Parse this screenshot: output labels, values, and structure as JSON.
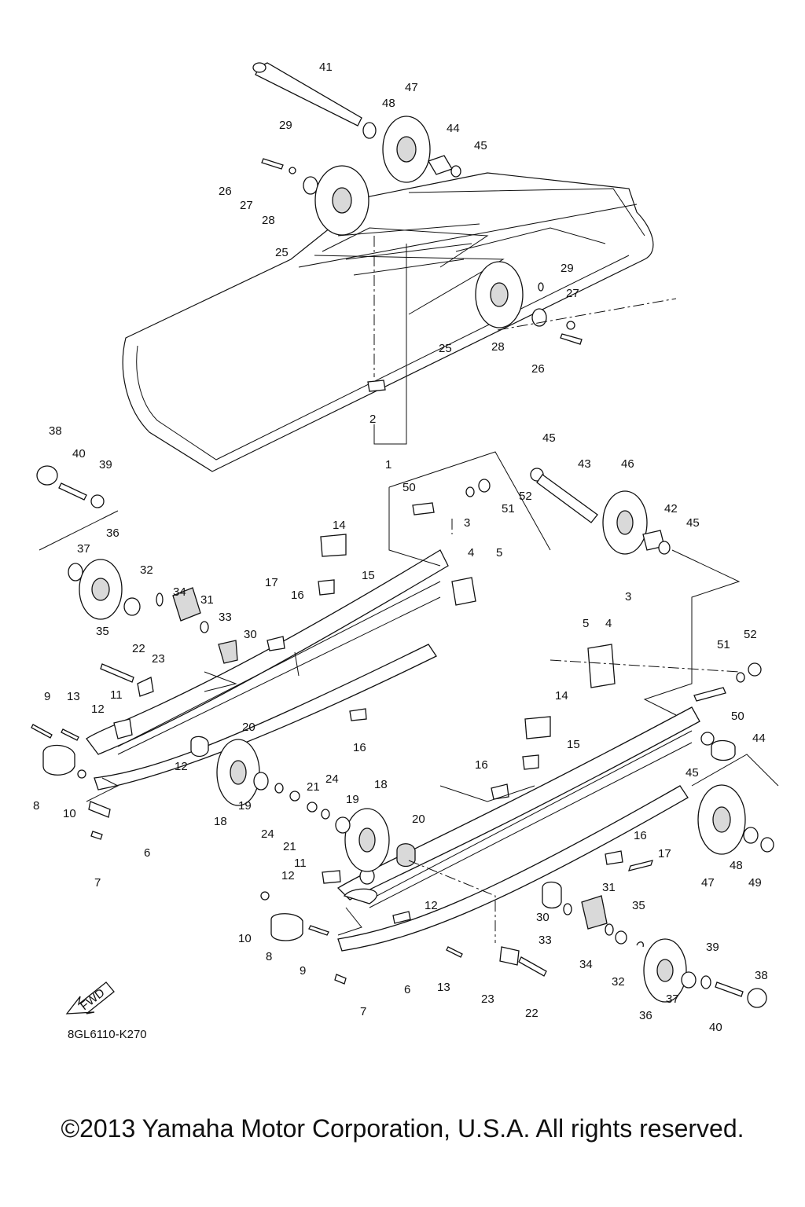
{
  "diagram_code": "8GL6110-K270",
  "copyright": "©2013 Yamaha Motor Corporation, U.S.A. All rights reserved.",
  "fwd_label": "FWD",
  "callouts": [
    {
      "id": "c41",
      "text": "41"
    },
    {
      "id": "c47a",
      "text": "47"
    },
    {
      "id": "c48a",
      "text": "48"
    },
    {
      "id": "c29a",
      "text": "29"
    },
    {
      "id": "c44a",
      "text": "44"
    },
    {
      "id": "c45a",
      "text": "45"
    },
    {
      "id": "c26a",
      "text": "26"
    },
    {
      "id": "c27a",
      "text": "27"
    },
    {
      "id": "c28a",
      "text": "28"
    },
    {
      "id": "c25a",
      "text": "25"
    },
    {
      "id": "c29b",
      "text": "29"
    },
    {
      "id": "c27b",
      "text": "27"
    },
    {
      "id": "c25b",
      "text": "25"
    },
    {
      "id": "c28b",
      "text": "28"
    },
    {
      "id": "c26b",
      "text": "26"
    },
    {
      "id": "c2",
      "text": "2"
    },
    {
      "id": "c1",
      "text": "1"
    },
    {
      "id": "c38a",
      "text": "38"
    },
    {
      "id": "c40a",
      "text": "40"
    },
    {
      "id": "c39a",
      "text": "39"
    },
    {
      "id": "c45b",
      "text": "45"
    },
    {
      "id": "c43",
      "text": "43"
    },
    {
      "id": "c46",
      "text": "46"
    },
    {
      "id": "c50a",
      "text": "50"
    },
    {
      "id": "c52a",
      "text": "52"
    },
    {
      "id": "c51a",
      "text": "51"
    },
    {
      "id": "c3a",
      "text": "3"
    },
    {
      "id": "c4a",
      "text": "4"
    },
    {
      "id": "c5a",
      "text": "5"
    },
    {
      "id": "c42",
      "text": "42"
    },
    {
      "id": "c45c",
      "text": "45"
    },
    {
      "id": "c36a",
      "text": "36"
    },
    {
      "id": "c37a",
      "text": "37"
    },
    {
      "id": "c14a",
      "text": "14"
    },
    {
      "id": "c32a",
      "text": "32"
    },
    {
      "id": "c15a",
      "text": "15"
    },
    {
      "id": "c34a",
      "text": "34"
    },
    {
      "id": "c31a",
      "text": "31"
    },
    {
      "id": "c17a",
      "text": "17"
    },
    {
      "id": "c16a",
      "text": "16"
    },
    {
      "id": "c35a",
      "text": "35"
    },
    {
      "id": "c33a",
      "text": "33"
    },
    {
      "id": "c30a",
      "text": "30"
    },
    {
      "id": "c3b",
      "text": "3"
    },
    {
      "id": "c5b",
      "text": "5"
    },
    {
      "id": "c4b",
      "text": "4"
    },
    {
      "id": "c22a",
      "text": "22"
    },
    {
      "id": "c23a",
      "text": "23"
    },
    {
      "id": "c51b",
      "text": "51"
    },
    {
      "id": "c52b",
      "text": "52"
    },
    {
      "id": "c9a",
      "text": "9"
    },
    {
      "id": "c13a",
      "text": "13"
    },
    {
      "id": "c12a",
      "text": "12"
    },
    {
      "id": "c11a",
      "text": "11"
    },
    {
      "id": "c20a",
      "text": "20"
    },
    {
      "id": "c16b",
      "text": "16"
    },
    {
      "id": "c50b",
      "text": "50"
    },
    {
      "id": "c14b",
      "text": "14"
    },
    {
      "id": "c15b",
      "text": "15"
    },
    {
      "id": "c44b",
      "text": "44"
    },
    {
      "id": "c12b",
      "text": "12"
    },
    {
      "id": "c21a",
      "text": "21"
    },
    {
      "id": "c24a",
      "text": "24"
    },
    {
      "id": "c16c",
      "text": "16"
    },
    {
      "id": "c45d",
      "text": "45"
    },
    {
      "id": "c8a",
      "text": "8"
    },
    {
      "id": "c10a",
      "text": "10"
    },
    {
      "id": "c18a",
      "text": "18"
    },
    {
      "id": "c19a",
      "text": "19"
    },
    {
      "id": "c18b",
      "text": "18"
    },
    {
      "id": "c19b",
      "text": "19"
    },
    {
      "id": "c24b",
      "text": "24"
    },
    {
      "id": "c21b",
      "text": "21"
    },
    {
      "id": "c20b",
      "text": "20"
    },
    {
      "id": "c6a",
      "text": "6"
    },
    {
      "id": "c7a",
      "text": "7"
    },
    {
      "id": "c16d",
      "text": "16"
    },
    {
      "id": "c17b",
      "text": "17"
    },
    {
      "id": "c11b",
      "text": "11"
    },
    {
      "id": "c12c",
      "text": "12"
    },
    {
      "id": "c47b",
      "text": "47"
    },
    {
      "id": "c48b",
      "text": "48"
    },
    {
      "id": "c49",
      "text": "49"
    },
    {
      "id": "c31b",
      "text": "31"
    },
    {
      "id": "c12d",
      "text": "12"
    },
    {
      "id": "c35b",
      "text": "35"
    },
    {
      "id": "c10b",
      "text": "10"
    },
    {
      "id": "c8b",
      "text": "8"
    },
    {
      "id": "c9b",
      "text": "9"
    },
    {
      "id": "c30b",
      "text": "30"
    },
    {
      "id": "c33b",
      "text": "33"
    },
    {
      "id": "c34b",
      "text": "34"
    },
    {
      "id": "c39b",
      "text": "39"
    },
    {
      "id": "c38b",
      "text": "38"
    },
    {
      "id": "c32b",
      "text": "32"
    },
    {
      "id": "c6b",
      "text": "6"
    },
    {
      "id": "c13b",
      "text": "13"
    },
    {
      "id": "c23b",
      "text": "23"
    },
    {
      "id": "c22b",
      "text": "22"
    },
    {
      "id": "c37b",
      "text": "37"
    },
    {
      "id": "c36b",
      "text": "36"
    },
    {
      "id": "c40b",
      "text": "40"
    },
    {
      "id": "c7b",
      "text": "7"
    }
  ]
}
